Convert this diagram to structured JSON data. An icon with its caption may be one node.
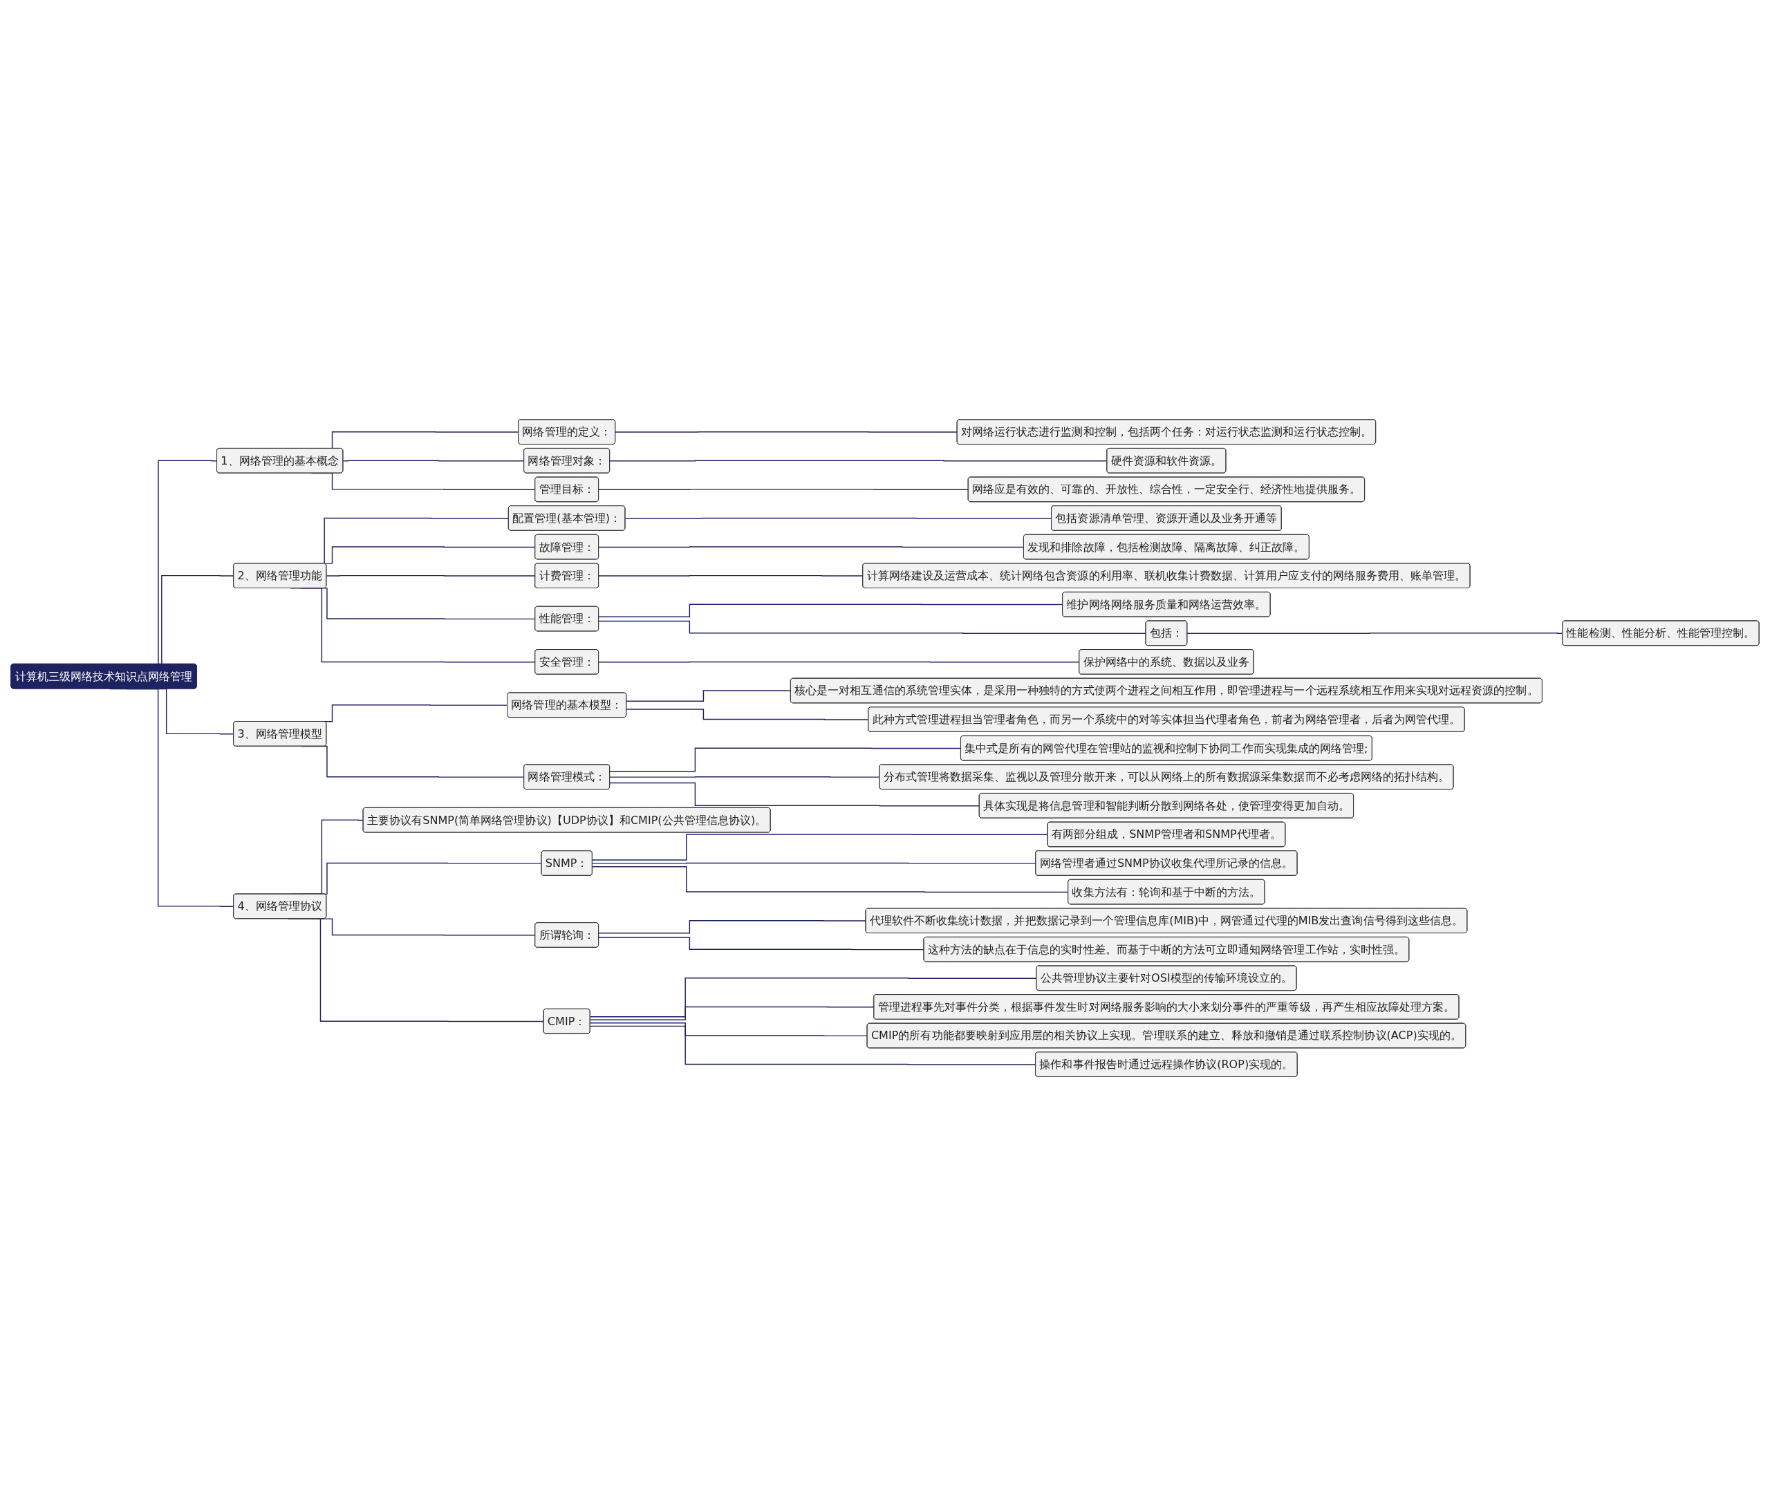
{
  "diagram": {
    "nodes": [
      {
        "text": [
          "计算机三级网络技术知识点网络管理"
        ]
      },
      {
        "text": [
          "1、网络管理的基本概念"
        ]
      },
      {
        "text": [
          "网络管理的定义："
        ]
      },
      {
        "text": [
          "对网络运行状态进行监测和控制，包括两个任务：对运行状态监测和运行状态控制。"
        ]
      },
      {
        "text": [
          "网络管理对象："
        ]
      },
      {
        "text": [
          "硬件资源和软件资源。"
        ]
      },
      {
        "text": [
          "管理目标："
        ]
      },
      {
        "text": [
          "网络应是有效的、可靠的、开放性、综合性，一定安全行、经济性地提供服务。"
        ]
      },
      {
        "text": [
          "2、网络管理功能"
        ]
      },
      {
        "text": [
          "配置管理(基本管理)："
        ]
      },
      {
        "text": [
          "包括资源清单管理、资源开通以及业务开通等"
        ]
      },
      {
        "text": [
          "故障管理："
        ]
      },
      {
        "text": [
          "发现和排除故障，包括检测故障、隔离故障、纠正故障。"
        ]
      },
      {
        "text": [
          "计费管理："
        ]
      },
      {
        "text": [
          "计算网络建设及运营成本、统计网络包含资源的利用率、联机收集计费数据、计算用户应支付的网络服务费用、账单管理。"
        ]
      },
      {
        "text": [
          "性能管理："
        ]
      },
      {
        "text": [
          "维护网络网络服务质量和网络运营效率。"
        ]
      },
      {
        "text": [
          "包括："
        ]
      },
      {
        "text": [
          "性能检测、性能分析、性能管理控制。"
        ]
      },
      {
        "text": [
          "安全管理："
        ]
      },
      {
        "text": [
          "保护网络中的系统、数据以及业务"
        ]
      },
      {
        "text": [
          "3、网络管理模型"
        ]
      },
      {
        "text": [
          "网络管理的基本模型："
        ]
      },
      {
        "text": [
          "核心是一对相互通信的系统管理实体，是采用一种独特的方式使两个进程之间相互作用，即管理进程与一个远程系统相互作用来实现对远程资源的控制。"
        ]
      },
      {
        "text": [
          "此种方式管理进程担当管理者角色，而另一个系统中的对等实体担当代理者角色，前者为网络管理者，后者为网管代理。"
        ]
      },
      {
        "text": [
          "网络管理模式："
        ]
      },
      {
        "text": [
          "集中式是所有的网管代理在管理站的监视和控制下协同工作而实现集成的网络管理;"
        ]
      },
      {
        "text": [
          "分布式管理将数据采集、监视以及管理分散开来，可以从网络上的所有数据源采集数据而不必考虑网络的拓扑结构。"
        ]
      },
      {
        "text": [
          "具体实现是将信息管理和智能判断分散到网络各处，使管理变得更加自动。"
        ]
      },
      {
        "text": [
          "4、网络管理协议"
        ]
      },
      {
        "text": [
          "主要协议有SNMP(简单网络管理协议)【UDP协议】和CMIP(公共管理信息协议)。"
        ]
      },
      {
        "text": [
          "SNMP："
        ]
      },
      {
        "text": [
          "有两部分组成，SNMP管理者和SNMP代理者。"
        ]
      },
      {
        "text": [
          "网络管理者通过SNMP协议收集代理所记录的信息。"
        ]
      },
      {
        "text": [
          "收集方法有：轮询和基于中断的方法。"
        ]
      },
      {
        "text": [
          "所谓轮询："
        ]
      },
      {
        "text": [
          "代理软件不断收集统计数据，并把数据记录到一个管理信息库(MIB)中，网管通过代理的MIB发出查询信号得到这些信息。"
        ]
      },
      {
        "text": [
          "这种方法的缺点在于信息的实时性差。而基于中断的方法可立即通知网络管理工作站，实时性强。"
        ]
      },
      {
        "text": [
          "CMIP："
        ]
      },
      {
        "text": [
          "公共管理协议主要针对OSI模型的传输环境设立的。"
        ]
      },
      {
        "text": [
          "管理进程事先对事件分类，根据事件发生时对网络服务影响的大小来划分事件的严重等级，再产生相应故障处理方案。"
        ]
      },
      {
        "text": [
          "CMIP的所有功能都要映射到应用层的相关协议上实现。管理联系的建立、释放和撤销是通过联系控制协议(ACP)实现的。"
        ]
      },
      {
        "text": [
          "操作和事件报告时通过远程操作协议(ROP)实现的。"
        ]
      }
    ],
    "edges": [
      {
        "from": 0,
        "to": 1,
        "arrow": "none"
      },
      {
        "from": 1,
        "to": 2,
        "arrow": "none"
      },
      {
        "from": 2,
        "to": 3,
        "arrow": "none"
      },
      {
        "from": 1,
        "to": 4,
        "arrow": "none"
      },
      {
        "from": 4,
        "to": 5,
        "arrow": "none"
      },
      {
        "from": 1,
        "to": 6,
        "arrow": "none"
      },
      {
        "from": 6,
        "to": 7,
        "arrow": "none"
      },
      {
        "from": 0,
        "to": 8,
        "arrow": "none"
      },
      {
        "from": 8,
        "to": 9,
        "arrow": "none"
      },
      {
        "from": 9,
        "to": 10,
        "arrow": "none"
      },
      {
        "from": 8,
        "to": 11,
        "arrow": "none"
      },
      {
        "from": 11,
        "to": 12,
        "arrow": "none"
      },
      {
        "from": 8,
        "to": 13,
        "arrow": "none"
      },
      {
        "from": 13,
        "to": 14,
        "arrow": "none"
      },
      {
        "from": 8,
        "to": 15,
        "arrow": "none"
      },
      {
        "from": 15,
        "to": 16,
        "arrow": "none"
      },
      {
        "from": 15,
        "to": 17,
        "arrow": "none"
      },
      {
        "from": 17,
        "to": 18,
        "arrow": "none"
      },
      {
        "from": 8,
        "to": 19,
        "arrow": "none"
      },
      {
        "from": 19,
        "to": 20,
        "arrow": "none"
      },
      {
        "from": 0,
        "to": 21,
        "arrow": "none"
      },
      {
        "from": 21,
        "to": 22,
        "arrow": "none"
      },
      {
        "from": 22,
        "to": 23,
        "arrow": "none"
      },
      {
        "from": 22,
        "to": 24,
        "arrow": "none"
      },
      {
        "from": 21,
        "to": 25,
        "arrow": "none"
      },
      {
        "from": 25,
        "to": 26,
        "arrow": "none"
      },
      {
        "from": 25,
        "to": 27,
        "arrow": "none"
      },
      {
        "from": 25,
        "to": 28,
        "arrow": "none"
      },
      {
        "from": 0,
        "to": 29,
        "arrow": "none"
      },
      {
        "from": 29,
        "to": 30,
        "arrow": "none"
      },
      {
        "from": 29,
        "to": 31,
        "arrow": "none"
      },
      {
        "from": 31,
        "to": 32,
        "arrow": "none"
      },
      {
        "from": 31,
        "to": 33,
        "arrow": "none"
      },
      {
        "from": 31,
        "to": 34,
        "arrow": "none"
      },
      {
        "from": 29,
        "to": 35,
        "arrow": "none"
      },
      {
        "from": 35,
        "to": 36,
        "arrow": "none"
      },
      {
        "from": 35,
        "to": 37,
        "arrow": "none"
      },
      {
        "from": 29,
        "to": 38,
        "arrow": "none"
      },
      {
        "from": 38,
        "to": 39,
        "arrow": "none"
      },
      {
        "from": 38,
        "to": 40,
        "arrow": "none"
      },
      {
        "from": 38,
        "to": 41,
        "arrow": "none"
      },
      {
        "from": 38,
        "to": 42,
        "arrow": "none"
      }
    ]
  }
}
